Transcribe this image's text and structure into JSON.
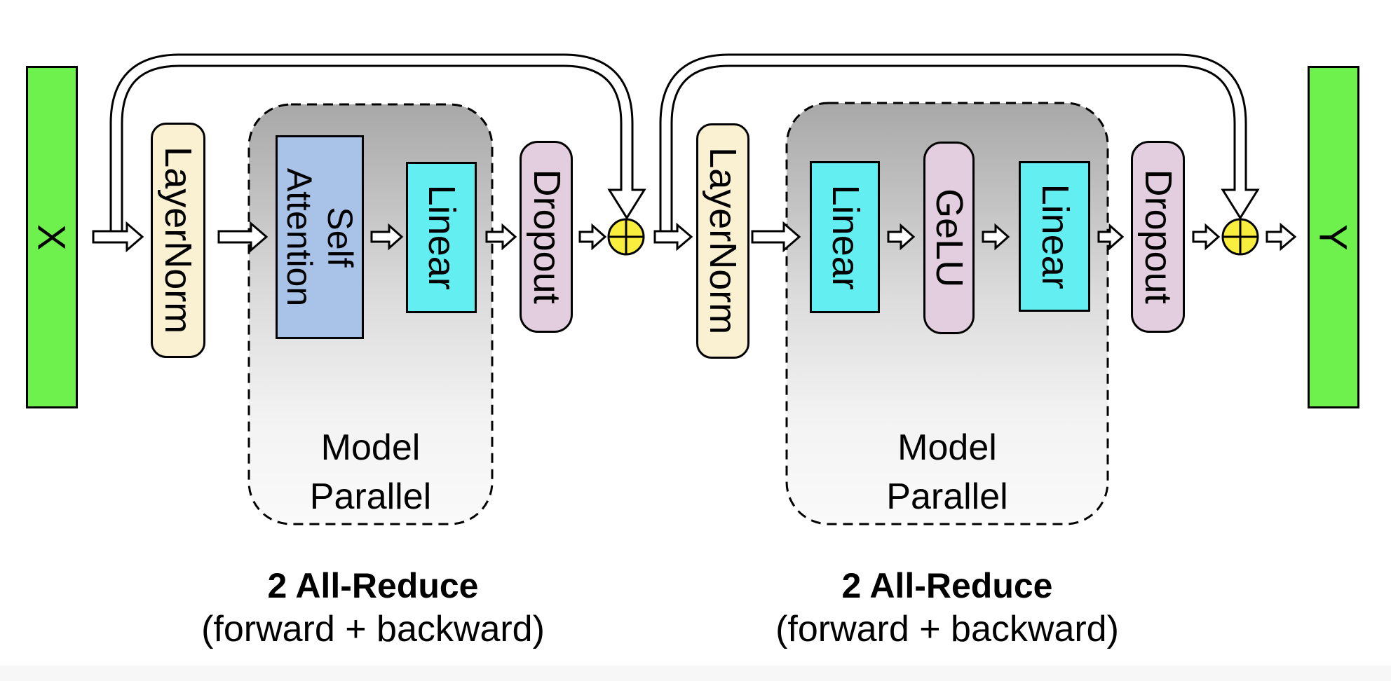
{
  "labels": {
    "input": "X",
    "output": "Y",
    "layernorm": "LayerNorm",
    "self_attention_line1": "Self",
    "self_attention_line2": "Attention",
    "linear": "Linear",
    "gelu": "GeLU",
    "dropout": "Dropout",
    "model_parallel_line1": "Model",
    "model_parallel_line2": "Parallel"
  },
  "captions": {
    "block1": {
      "line1": "2 All-Reduce",
      "line2": "(forward + backward)"
    },
    "block2": {
      "line1": "2 All-Reduce",
      "line2": "(forward + backward)"
    }
  },
  "colors": {
    "io_bar": "#6EF04D",
    "layernorm": "#FAF0D2",
    "self_attention": "#A9C2E8",
    "linear": "#63EFF2",
    "gelu_dropout": "#E2CEDE",
    "add_circle": "#F9ED3E",
    "model_parallel_top": "#A8A8A8",
    "model_parallel_bottom": "#FAFAFA"
  }
}
